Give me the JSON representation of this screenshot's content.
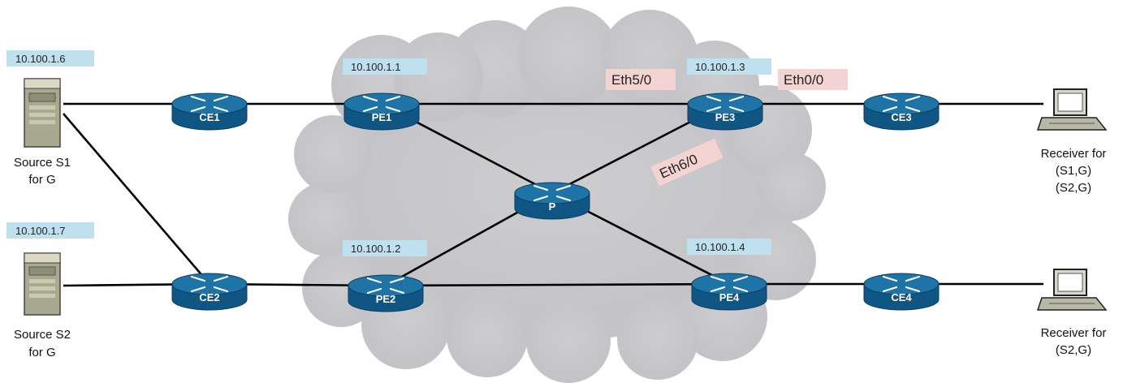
{
  "colors": {
    "cloud": "#cfcfd2",
    "ip_box": "#bfe0ef",
    "iface_box": "#f4d3d3",
    "router": "#1e74a7"
  },
  "routers": [
    {
      "id": "CE1",
      "label": "CE1",
      "icon": "router-icon"
    },
    {
      "id": "PE1",
      "label": "PE1",
      "icon": "router-icon"
    },
    {
      "id": "PE3",
      "label": "PE3",
      "icon": "router-icon"
    },
    {
      "id": "CE3",
      "label": "CE3",
      "icon": "router-icon"
    },
    {
      "id": "P",
      "label": "P",
      "icon": "router-icon"
    },
    {
      "id": "CE2",
      "label": "CE2",
      "icon": "router-icon"
    },
    {
      "id": "PE2",
      "label": "PE2",
      "icon": "router-icon"
    },
    {
      "id": "PE4",
      "label": "PE4",
      "icon": "router-icon"
    },
    {
      "id": "CE4",
      "label": "CE4",
      "icon": "router-icon"
    }
  ],
  "hosts": {
    "s1": {
      "ip": "10.100.1.6",
      "line1": "Source S1",
      "line2": "for G",
      "icon": "server-icon"
    },
    "s2": {
      "ip": "10.100.1.7",
      "line1": "Source S2",
      "line2": "for G",
      "icon": "server-icon"
    },
    "r1": {
      "line1": "Receiver for",
      "line2": "(S1,G)",
      "line3": "(S2,G)",
      "icon": "laptop-icon"
    },
    "r2": {
      "line1": "Receiver for",
      "line2": "(S2,G)",
      "icon": "laptop-icon"
    }
  },
  "router_ips": {
    "pe1": "10.100.1.1",
    "pe2": "10.100.1.2",
    "pe3": "10.100.1.3",
    "pe4": "10.100.1.4"
  },
  "interfaces": {
    "eth5": "Eth5/0",
    "eth0": "Eth0/0",
    "eth6": "Eth6/0"
  }
}
